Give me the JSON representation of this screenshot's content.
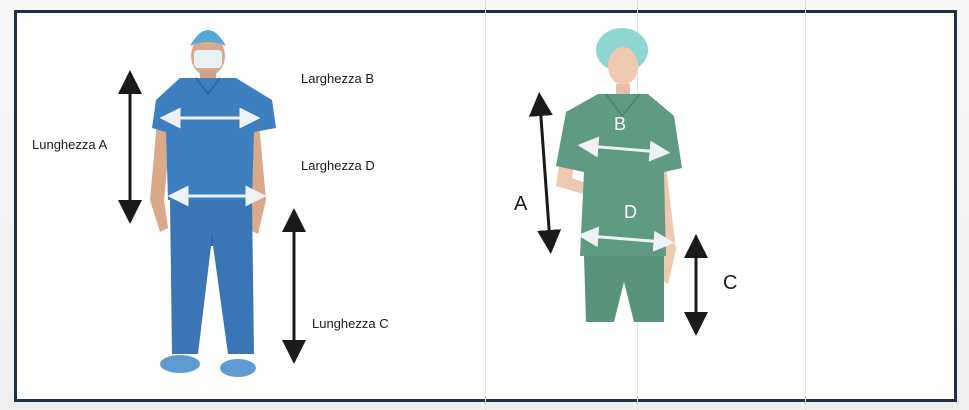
{
  "left_panel": {
    "label_a": "Lunghezza A",
    "label_b": "Larghezza B",
    "label_d": "Larghezza D",
    "label_c": "Lunghezza C"
  },
  "right_panel": {
    "label_a": "A",
    "label_b": "B",
    "label_d": "D",
    "label_c": "C"
  },
  "colors": {
    "frame": "#1f2f4a",
    "male_scrubs": "#3e7fc0",
    "female_scrubs": "#5f9a82",
    "arrow_dark": "#1a1a1a",
    "arrow_light": "#eef2f6"
  }
}
